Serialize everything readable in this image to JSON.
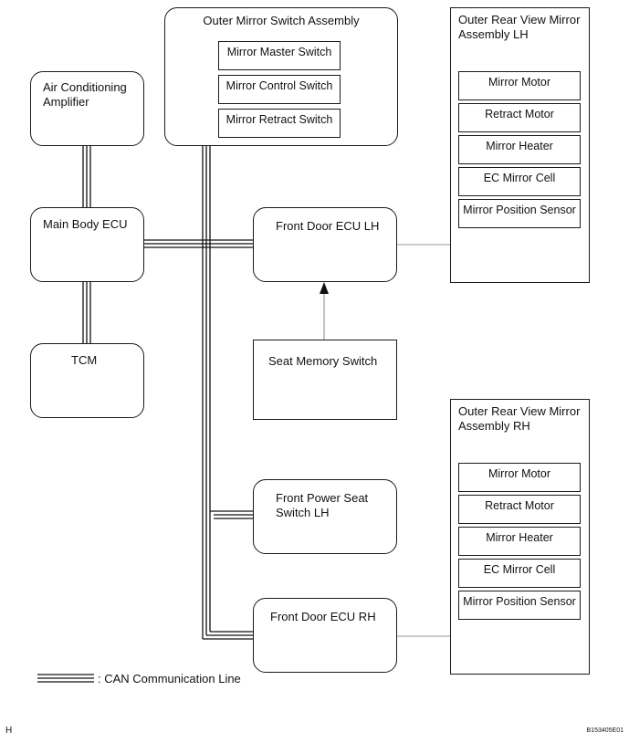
{
  "nodes": {
    "outer_mirror_switch": {
      "title": "Outer Mirror Switch Assembly",
      "items": [
        "Mirror Master Switch",
        "Mirror Control Switch",
        "Mirror Retract Switch"
      ]
    },
    "rear_mirror_lh": {
      "title_line1": "Outer Rear View Mirror",
      "title_line2": "Assembly LH",
      "items": [
        "Mirror Motor",
        "Retract Motor",
        "Mirror Heater",
        "EC Mirror Cell",
        "Mirror Position Sensor"
      ]
    },
    "rear_mirror_rh": {
      "title_line1": "Outer Rear View Mirror",
      "title_line2": "Assembly RH",
      "items": [
        "Mirror Motor",
        "Retract Motor",
        "Mirror Heater",
        "EC Mirror Cell",
        "Mirror Position Sensor"
      ]
    },
    "air_conditioning_amplifier": {
      "line1": "Air Conditioning",
      "line2": "Amplifier"
    },
    "main_body_ecu": {
      "label": "Main Body ECU"
    },
    "tcm": {
      "label": "TCM"
    },
    "front_door_ecu_lh": {
      "label": "Front Door ECU LH"
    },
    "seat_memory_switch": {
      "label": "Seat Memory Switch"
    },
    "front_power_seat_switch_lh": {
      "line1": "Front Power Seat",
      "line2": "Switch LH"
    },
    "front_door_ecu_rh": {
      "label": "Front Door ECU RH"
    }
  },
  "legend": {
    "can_label": ": CAN Communication Line"
  },
  "footer": {
    "left_mark": "H",
    "figure_code": "B153405E01"
  }
}
